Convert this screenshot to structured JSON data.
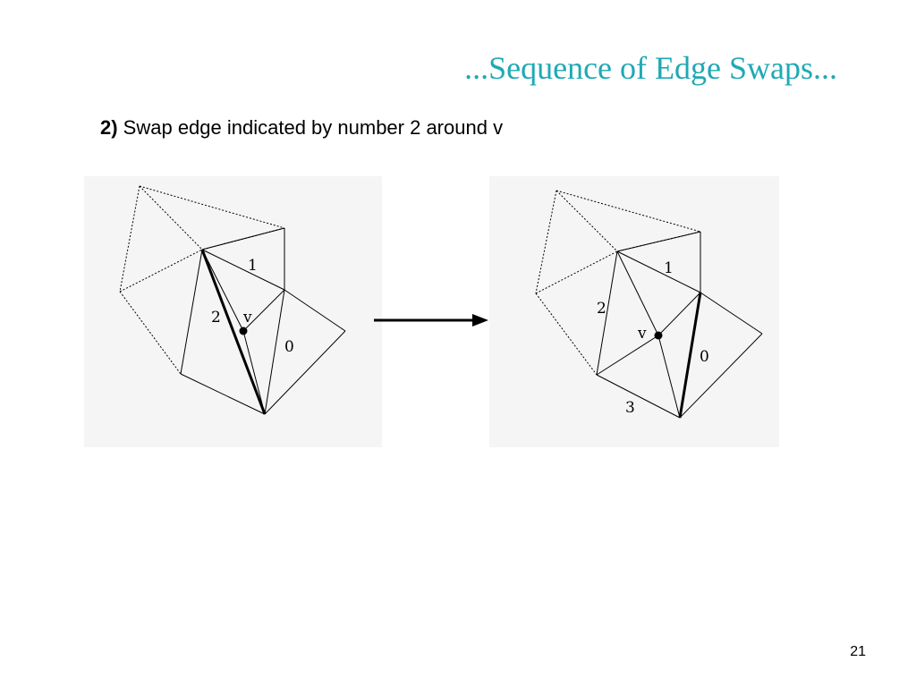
{
  "slide": {
    "title": "...Sequence of Edge Swaps...",
    "step_number": "2)",
    "step_text": " Swap edge indicated by number 2 around v",
    "page_number": "21"
  },
  "diagram_before": {
    "labels": {
      "edge_1": "1",
      "edge_2": "2",
      "edge_0": "0",
      "vertex": "v"
    }
  },
  "diagram_after": {
    "labels": {
      "edge_1": "1",
      "edge_2": "2",
      "edge_0": "0",
      "edge_3": "3",
      "vertex": "v"
    }
  },
  "colors": {
    "title": "#1fa9b4",
    "panel_background": "#f5f5f5"
  }
}
